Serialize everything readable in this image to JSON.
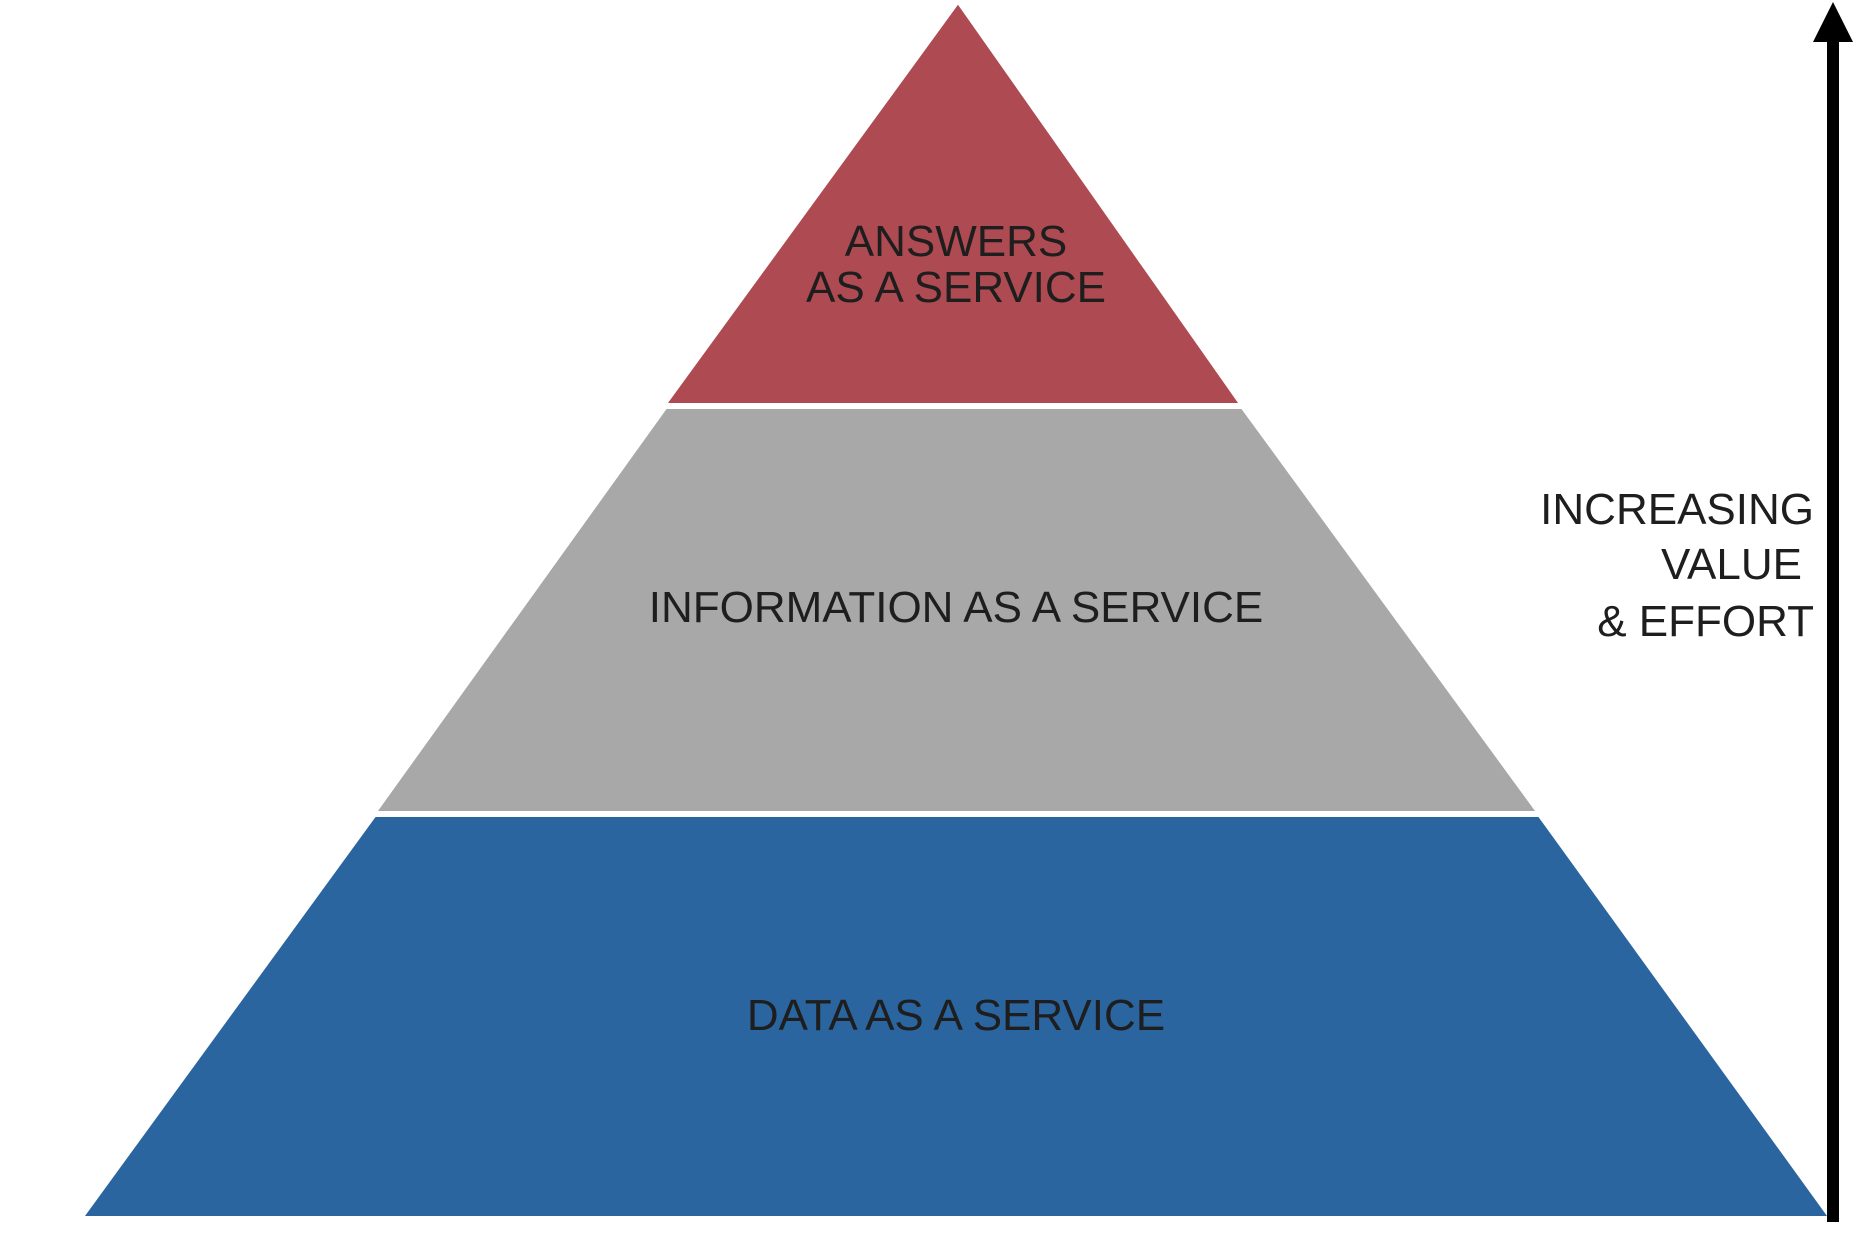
{
  "pyramid": {
    "tiers": [
      {
        "id": "answers",
        "lines": [
          "ANSWERS",
          "AS A SERVICE"
        ],
        "color": "#ae4a51"
      },
      {
        "id": "information",
        "lines": [
          "INFORMATION AS A SERVICE"
        ],
        "color": "#a8a8a9"
      },
      {
        "id": "data",
        "lines": [
          "DATA AS A SERVICE"
        ],
        "color": "#2a659f"
      }
    ]
  },
  "axis": {
    "label_lines": [
      "INCREASING",
      "VALUE",
      "& EFFORT"
    ],
    "color": "#000000"
  }
}
